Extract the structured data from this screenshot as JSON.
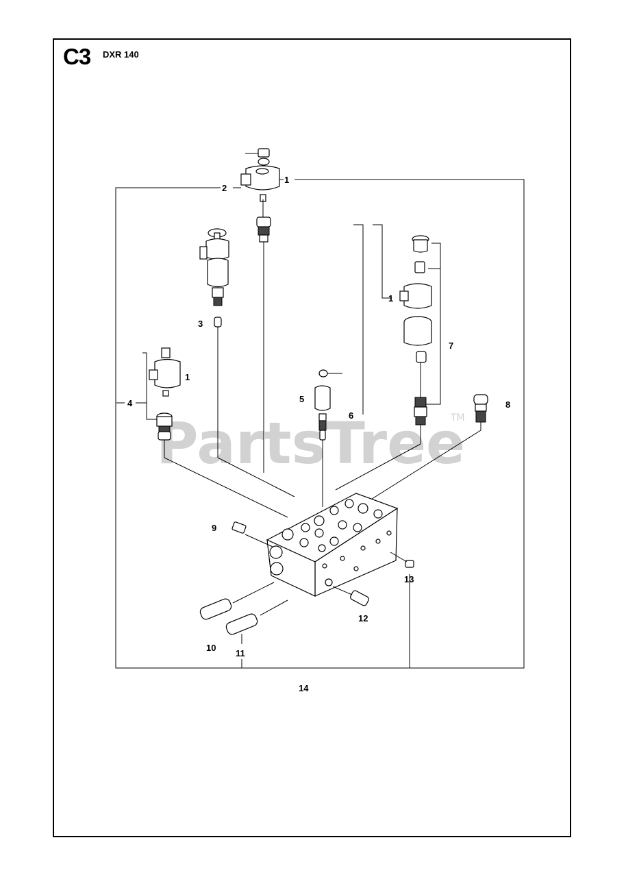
{
  "header": {
    "page_code": "C3",
    "model": "DXR 140"
  },
  "watermark": {
    "text": "PartsTree",
    "trademark": "TM"
  },
  "callouts": {
    "c1_top": "1",
    "c1_right": "1",
    "c1_left": "1",
    "c2": "2",
    "c3": "3",
    "c4": "4",
    "c5": "5",
    "c6": "6",
    "c7": "7",
    "c8": "8",
    "c9": "9",
    "c10": "10",
    "c11": "11",
    "c12": "12",
    "c13": "13",
    "c14": "14"
  }
}
